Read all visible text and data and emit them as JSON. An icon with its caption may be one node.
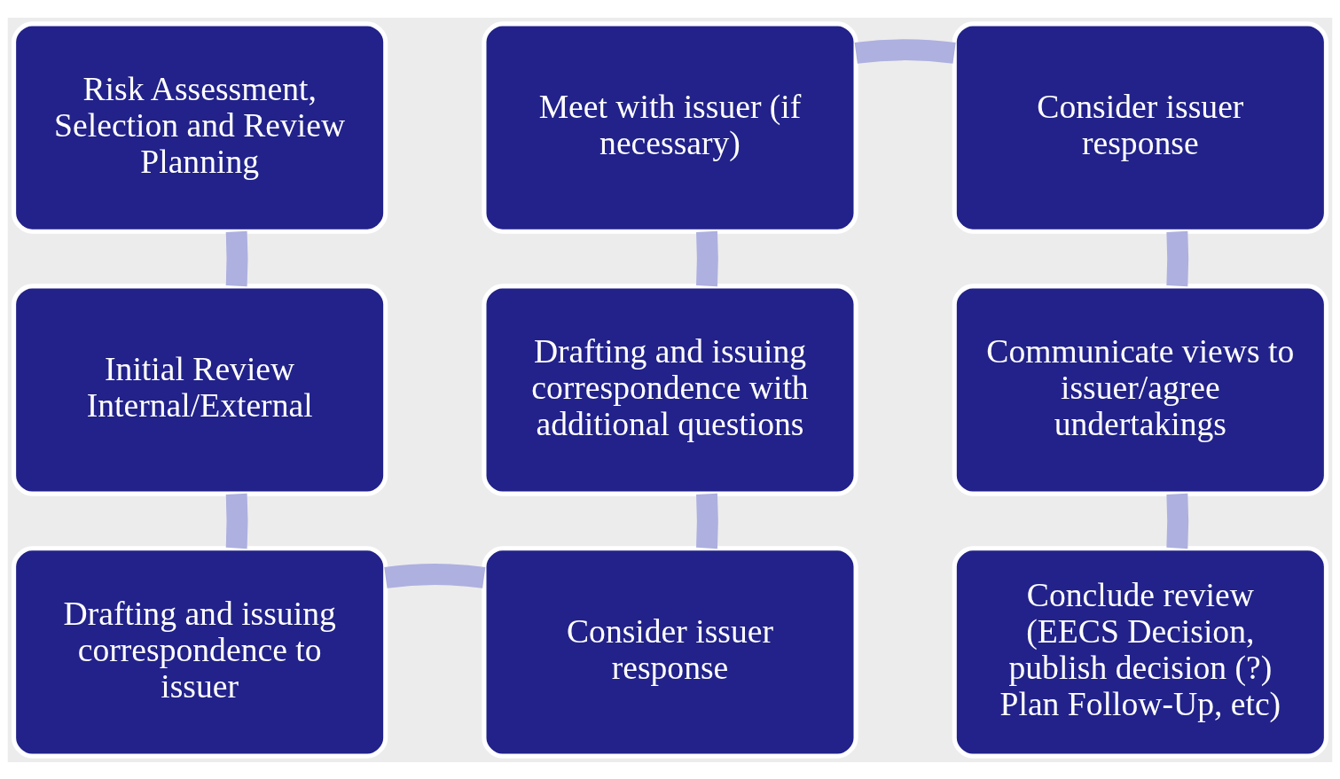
{
  "diagram": {
    "nodes": [
      {
        "text": [
          "Risk Assessment, Selection and Review Planning"
        ]
      },
      {
        "text": [
          "Meet with issuer (if necessary)"
        ]
      },
      {
        "text": [
          "Consider issuer response"
        ]
      },
      {
        "text": [
          "Initial Review",
          "Internal/External"
        ]
      },
      {
        "text": [
          "Drafting and issuing correspondence with additional questions"
        ]
      },
      {
        "text": [
          "Communicate views to issuer/agree undertakings"
        ]
      },
      {
        "text": [
          "Drafting and issuing correspondence to issuer"
        ]
      },
      {
        "text": [
          "Consider issuer response"
        ]
      },
      {
        "text": [
          "Conclude review",
          "(EECS Decision, publish decision (?) Plan Follow-Up, etc)"
        ]
      }
    ],
    "edges": [
      {
        "from": 0,
        "to": 3,
        "arrow": "none"
      },
      {
        "from": 3,
        "to": 6,
        "arrow": "none"
      },
      {
        "from": 6,
        "to": 7,
        "arrow": "none"
      },
      {
        "from": 7,
        "to": 4,
        "arrow": "none"
      },
      {
        "from": 4,
        "to": 1,
        "arrow": "none"
      },
      {
        "from": 1,
        "to": 2,
        "arrow": "none"
      },
      {
        "from": 2,
        "to": 5,
        "arrow": "none"
      },
      {
        "from": 5,
        "to": 8,
        "arrow": "none"
      }
    ]
  }
}
